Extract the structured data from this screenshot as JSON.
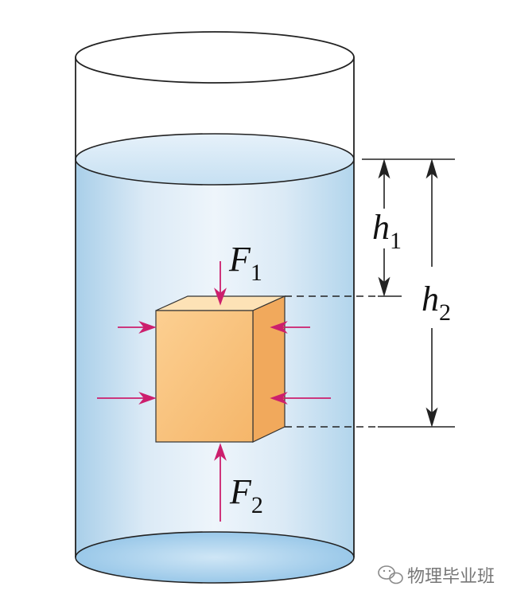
{
  "labels": {
    "f1": {
      "main": "F",
      "sub": "1"
    },
    "f2": {
      "main": "F",
      "sub": "2"
    },
    "h1": {
      "main": "h",
      "sub": "1"
    },
    "h2": {
      "main": "h",
      "sub": "2"
    }
  },
  "watermark": "物理毕业班",
  "colors": {
    "water_top": "#dcecf8",
    "water_bottom": "#a9d2ee",
    "cube_front": "#f8c27e",
    "cube_top": "#fde2b6",
    "cube_side": "#f1a95c",
    "force_arrow": "#cc1f6d",
    "outline": "#222222"
  },
  "icons": {
    "watermark_icon": "wechat-icon"
  }
}
